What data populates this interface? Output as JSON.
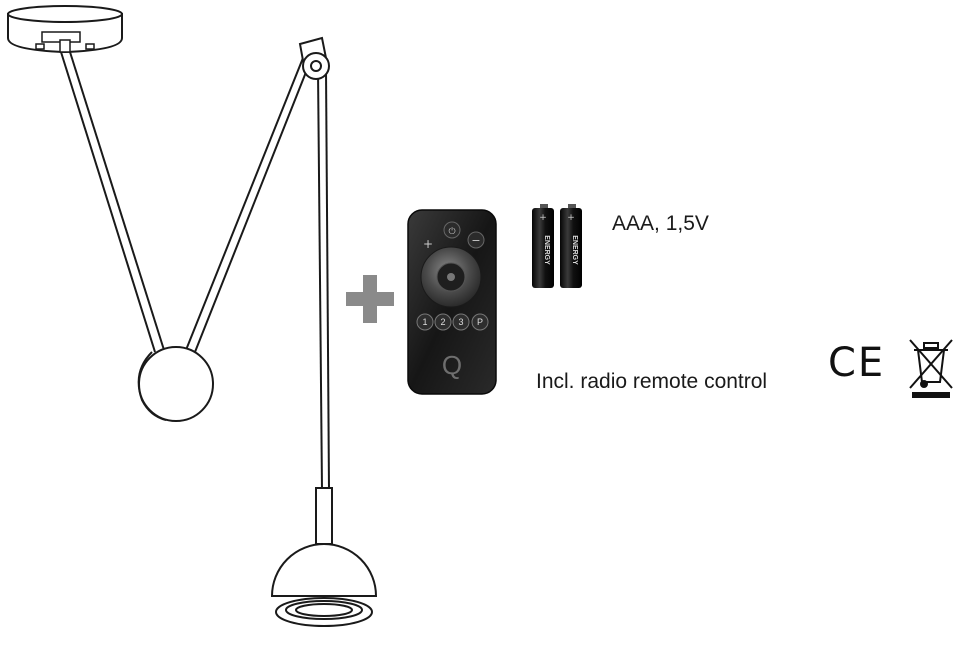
{
  "battery_label": "AAA, 1,5V",
  "battery_brand": "ENERGY",
  "remote_label": "Incl. radio remote control",
  "ce_mark": "CE",
  "remote": {
    "logo": "Q",
    "preset_buttons": [
      "1",
      "2",
      "3",
      "P"
    ]
  },
  "colors": {
    "line": "#1a1a1a",
    "plus": "#8a8a8a",
    "remote_body": "#1c1c1c",
    "battery": "#121212"
  }
}
